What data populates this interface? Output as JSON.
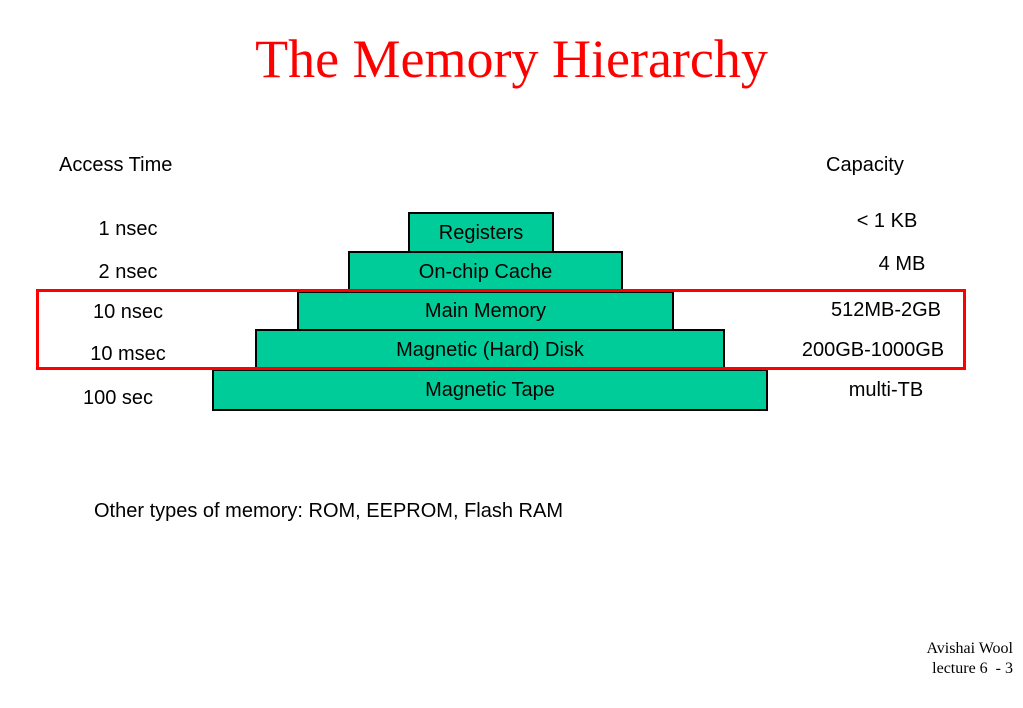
{
  "title": "The Memory Hierarchy",
  "headers": {
    "access_time": "Access Time",
    "capacity": "Capacity"
  },
  "tiers": [
    {
      "name": "Registers",
      "access_time": "1 nsec",
      "capacity": "< 1 KB"
    },
    {
      "name": "On-chip Cache",
      "access_time": "2 nsec",
      "capacity": "4 MB"
    },
    {
      "name": "Main Memory",
      "access_time": "10 nsec",
      "capacity": "512MB-2GB"
    },
    {
      "name": "Magnetic (Hard) Disk",
      "access_time": "10 msec",
      "capacity": "200GB-1000GB"
    },
    {
      "name": "Magnetic Tape",
      "access_time": "100 sec",
      "capacity": "multi-TB"
    }
  ],
  "footnote": "Other types of memory: ROM, EEPROM, Flash RAM",
  "credit": {
    "author": "Avishai Wool",
    "lecture": "lecture 6  - 3"
  },
  "colors": {
    "title": "#ff0000",
    "tier_fill": "#00cc99",
    "highlight": "#ff0000"
  }
}
